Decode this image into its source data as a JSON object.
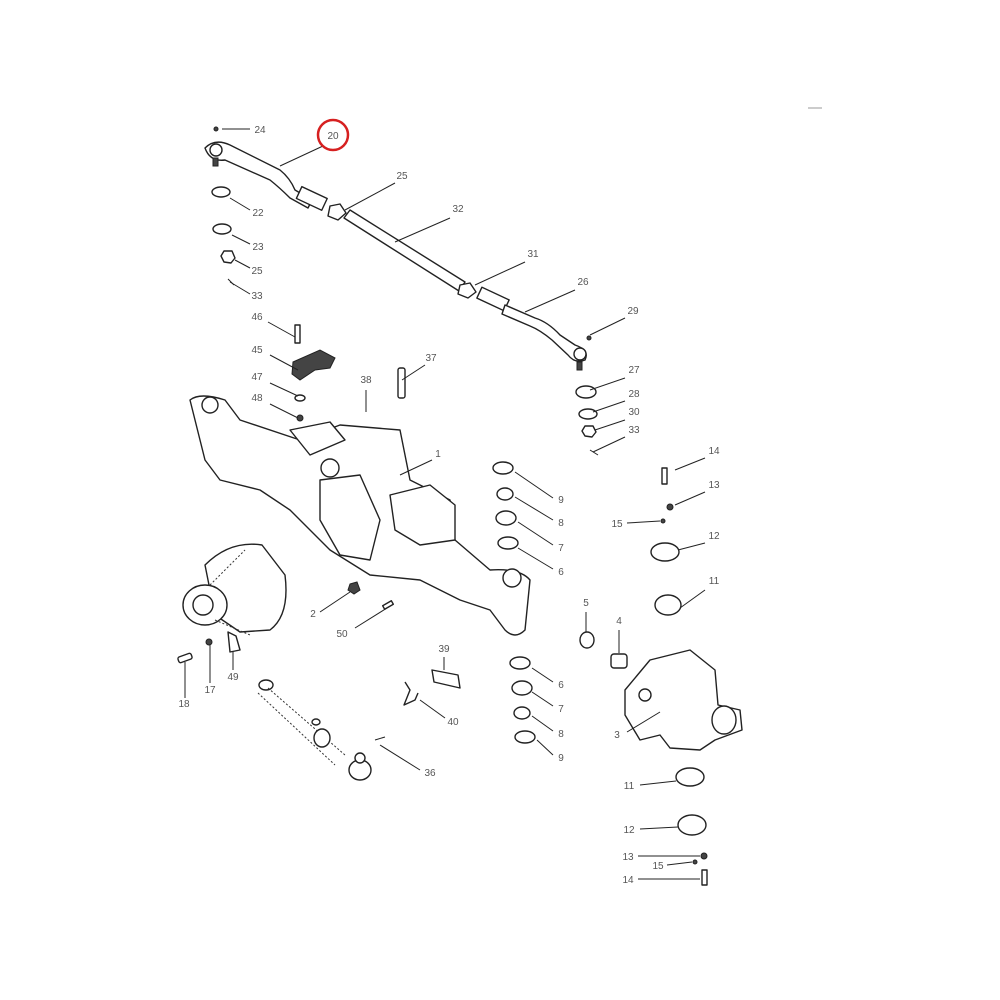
{
  "title": "Front axle exploded parts diagram",
  "highlight_color": "#d62020",
  "highlighted_callout": "20",
  "callouts": [
    "24",
    "20",
    "25",
    "32",
    "31",
    "26",
    "29",
    "22",
    "23",
    "25",
    "33",
    "46",
    "45",
    "47",
    "48",
    "37",
    "38",
    "1",
    "27",
    "28",
    "30",
    "33",
    "14",
    "13",
    "15",
    "12",
    "11",
    "9",
    "8",
    "7",
    "6",
    "2",
    "50",
    "5",
    "4",
    "39",
    "40",
    "36",
    "18",
    "17",
    "49",
    "6",
    "7",
    "8",
    "9",
    "3",
    "11",
    "12",
    "13",
    "15",
    "14"
  ]
}
